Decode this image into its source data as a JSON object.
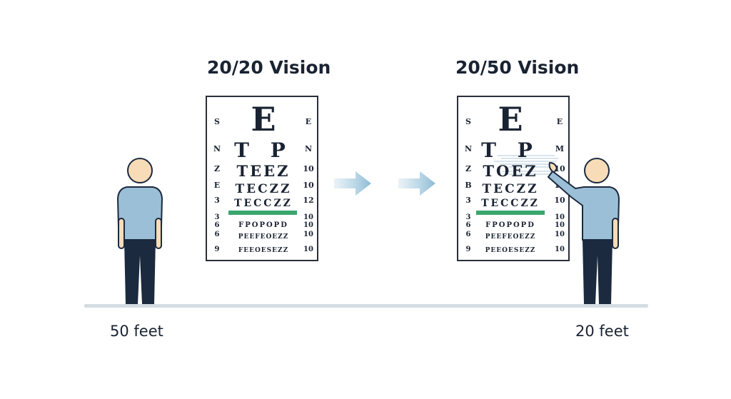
{
  "left_chart": {
    "title": "20/20 Vision",
    "rows": [
      {
        "left": "S",
        "letters": "E",
        "right": "E"
      },
      {
        "left": "N",
        "letters": "T P",
        "right": "N"
      },
      {
        "left": "Z",
        "letters": "TEEZ",
        "right": "10"
      },
      {
        "left": "E",
        "letters": "TECZZ",
        "right": "10"
      },
      {
        "left": "3",
        "letters": "TECCZZ",
        "right": "12"
      },
      {
        "left": "3",
        "letters": "",
        "right": "10"
      },
      {
        "left": "6",
        "letters": "FPOPOPD",
        "right": "10"
      },
      {
        "left": "6",
        "letters": "PEEFEOEZZ",
        "right": "10"
      },
      {
        "left": "9",
        "letters": "FEEOESEZZ",
        "right": "10"
      }
    ]
  },
  "right_chart": {
    "title": "20/50 Vision",
    "rows": [
      {
        "left": "S",
        "letters": "E",
        "right": "E"
      },
      {
        "left": "N",
        "letters": "T P",
        "right": "M"
      },
      {
        "left": "Z",
        "letters": "TOEZ",
        "right": "10"
      },
      {
        "left": "B",
        "letters": "TECZZ",
        "right": "10"
      },
      {
        "left": "3",
        "letters": "TECCZZ",
        "right": "10"
      },
      {
        "left": "3",
        "letters": "",
        "right": "10"
      },
      {
        "left": "6",
        "letters": "FPOPOPD",
        "right": "10"
      },
      {
        "left": "6",
        "letters": "PEEFEOEZZ",
        "right": "10"
      },
      {
        "left": "9",
        "letters": "PEEOESEZZ",
        "right": "10"
      }
    ]
  },
  "left_distance": "50 feet",
  "right_distance": "20 feet",
  "colors": {
    "text": "#1a2332",
    "shirt": "#9bbfd6",
    "pants": "#1b2a3e",
    "skin": "#f8dcb8",
    "highlight_bar": "#3aa76d",
    "arrow": "#a9cde0",
    "floor": "#d3dde3"
  }
}
